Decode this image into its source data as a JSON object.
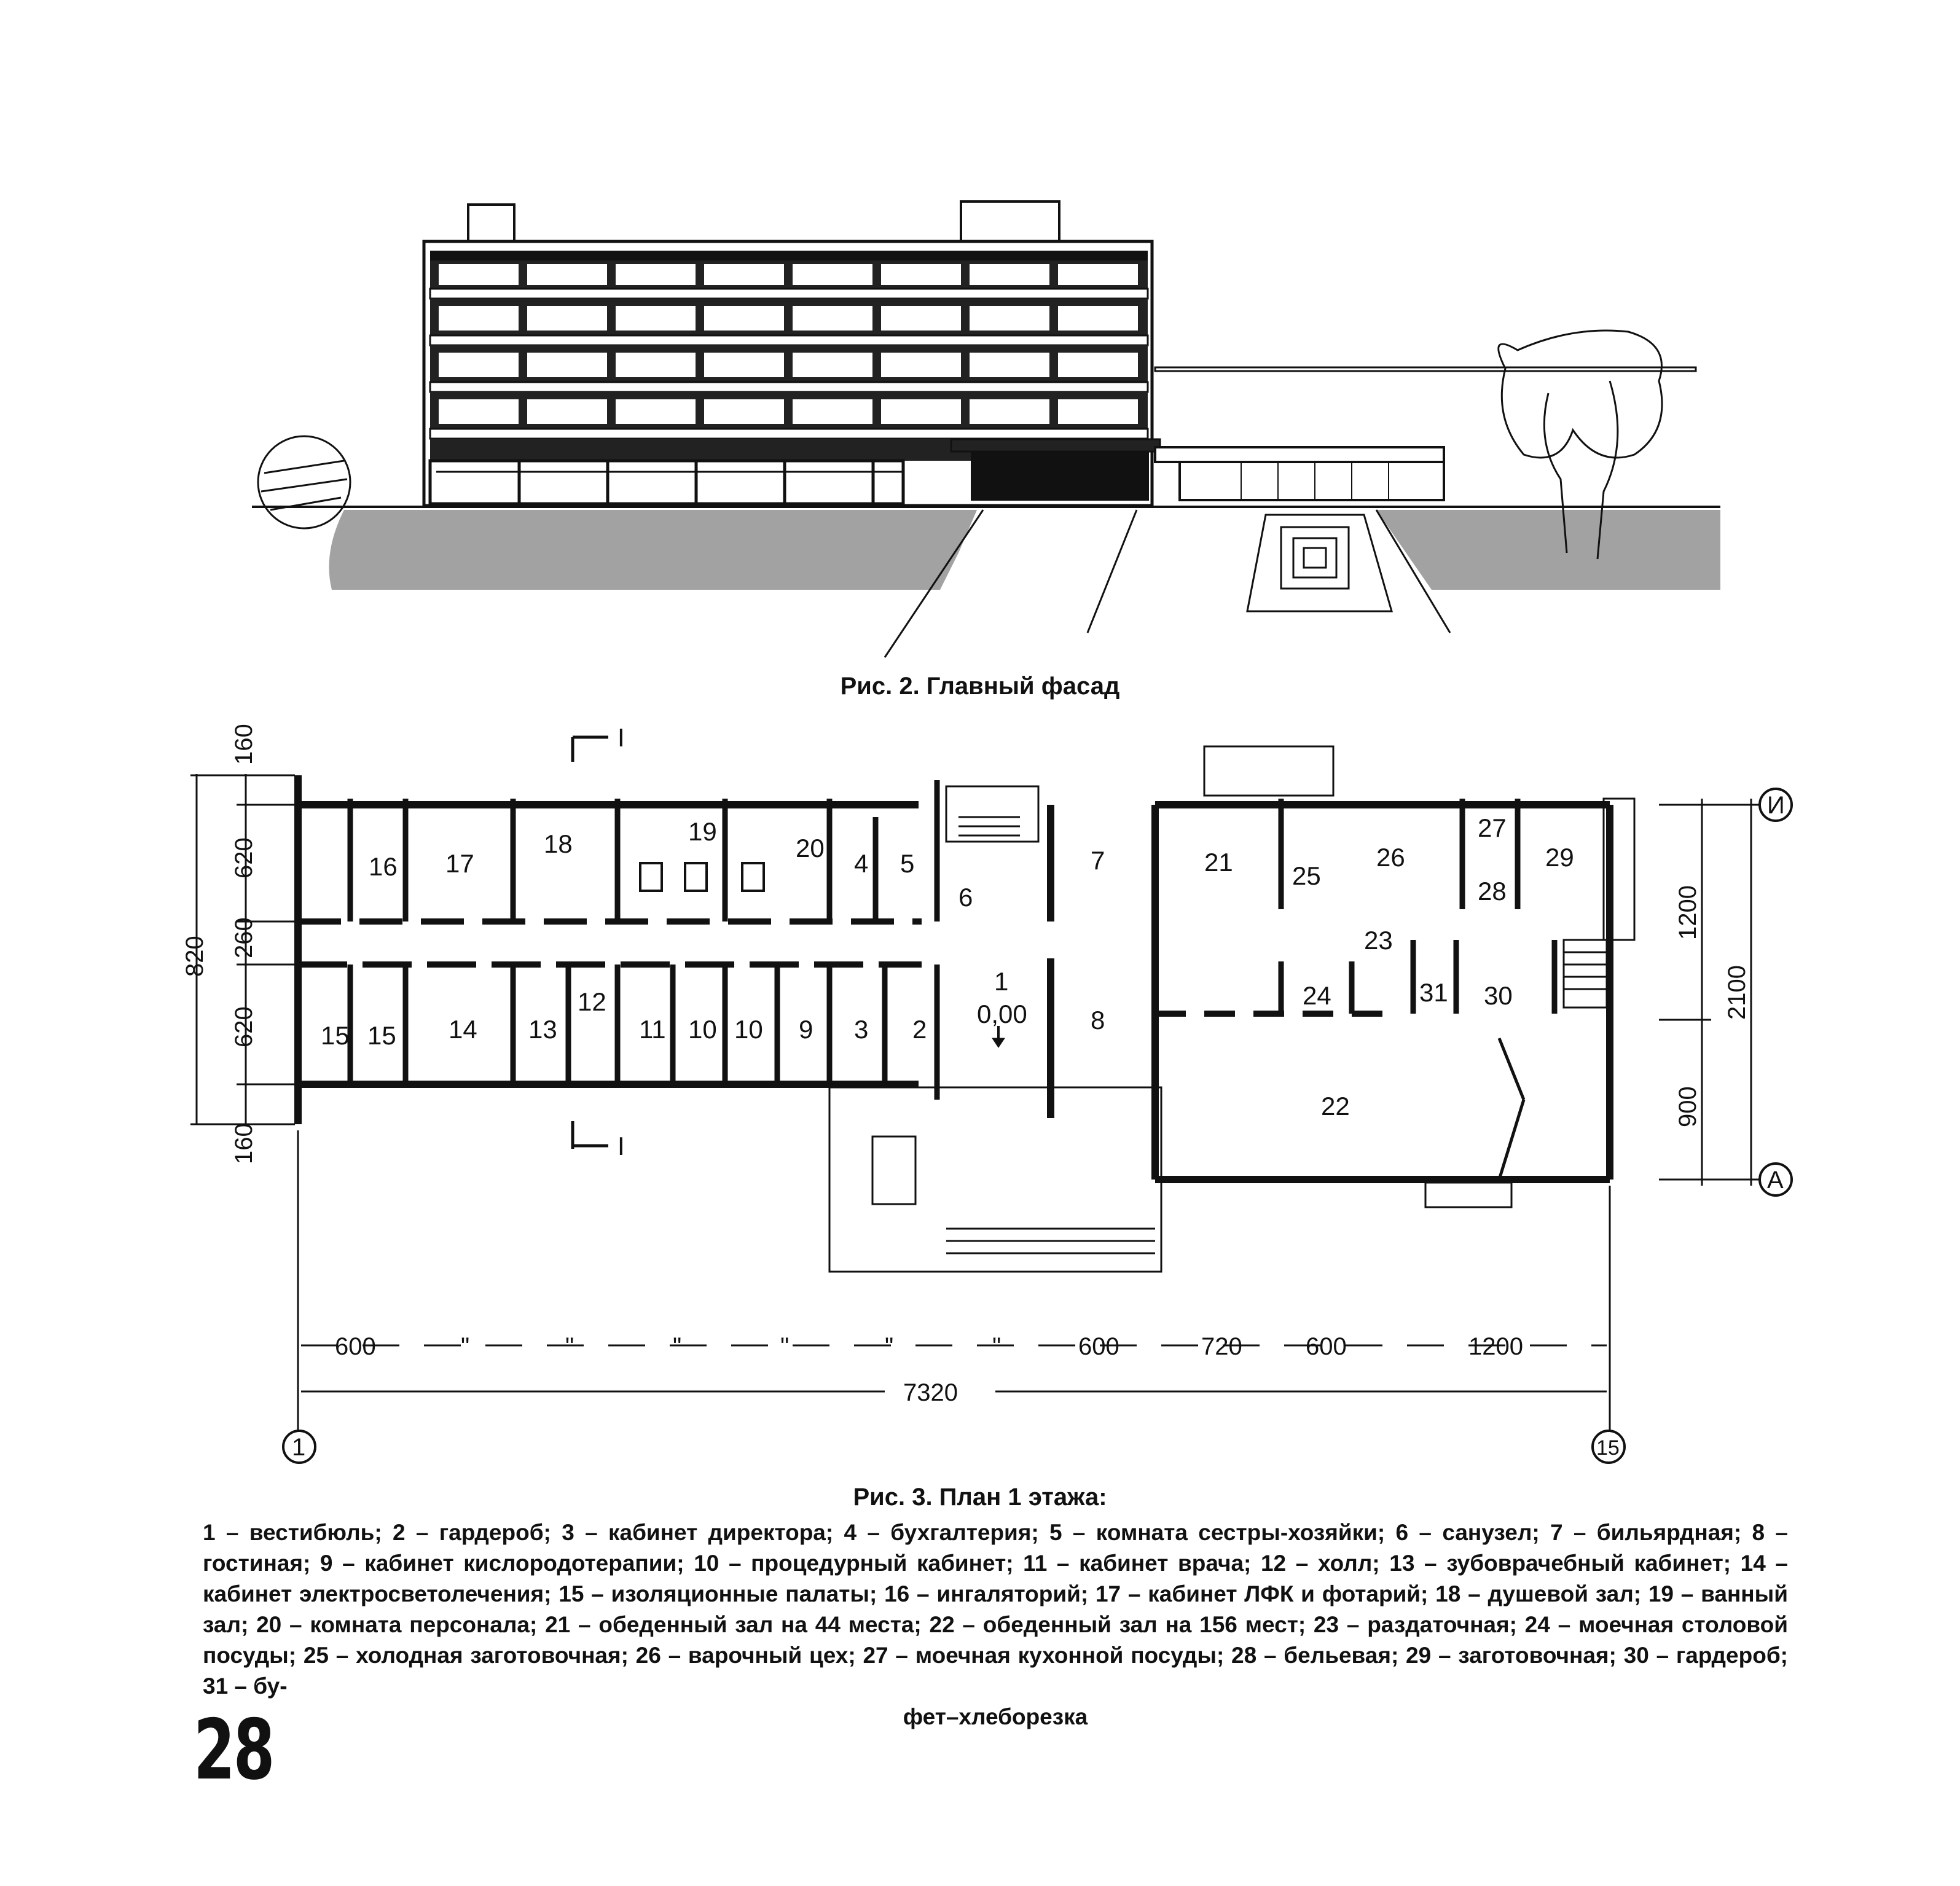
{
  "figure2": {
    "caption": "Рис. 2. Главный фасад"
  },
  "figure3": {
    "caption": "Рис. 3. План 1 этажа:",
    "legend_main": "1 – вестибюль; 2 – гардероб; 3 – кабинет директора; 4 – бухгалтерия; 5 – комната сестры-хозяйки; 6 – санузел; 7 – бильярдная; 8 – гостиная; 9 – кабинет кислородотерапии; 10 – процедурный кабинет; 11 – кабинет врача; 12 – холл; 13 – зубоврачебный кабинет; 14 – кабинет электросветолечения; 15 – изоляционные палаты; 16 – ингаляторий; 17 – кабинет ЛФК и фотарий; 18 – душевой зал; 19 – ванный зал; 20 – комната персонала; 21 – обеденный зал на 44 места; 22 – обеденный зал на 156 мест; 23 – раздаточная; 24 – моечная столовой посуды; 25 – холодная заготовочная; 26 – варочный цех; 27 – моечная кухонной посуды; 28 – бельевая; 29 – заготовочная; 30 – гардероб; 31 – бу-",
    "legend_last": "фет–хлеборезка",
    "rooms": {
      "r1": "1",
      "r2": "2",
      "r3": "3",
      "r4": "4",
      "r5": "5",
      "r6": "6",
      "r7": "7",
      "r8": "8",
      "r9": "9",
      "r10a": "10",
      "r10b": "10",
      "r11": "11",
      "r12": "12",
      "r13": "13",
      "r14": "14",
      "r15a": "15",
      "r15b": "15",
      "r16": "16",
      "r17": "17",
      "r18": "18",
      "r19": "19",
      "r20": "20",
      "r21": "21",
      "r22": "22",
      "r23": "23",
      "r24": "24",
      "r25": "25",
      "r26": "26",
      "r27": "27",
      "r28": "28",
      "r29": "29",
      "r30": "30",
      "r31": "31"
    },
    "level_mark": "0,00",
    "section_mark": "I",
    "axes": {
      "axis_1": "1",
      "axis_15": "15",
      "axis_I": "И",
      "axis_A": "А"
    },
    "dims_left": {
      "d160_top": "160",
      "d620_top": "620",
      "d260": "260",
      "d620_bottom": "620",
      "d160_bottom": "160",
      "d820": "820"
    },
    "dims_right": {
      "d1200": "1200",
      "d900": "900",
      "d2100": "2100"
    },
    "dims_bottom": {
      "d600_left": "600",
      "d600_mid": "600",
      "d720": "720",
      "d600_right": "600",
      "d1200": "1200",
      "d7320": "7320",
      "ditto": "\""
    }
  },
  "page_number": "28"
}
